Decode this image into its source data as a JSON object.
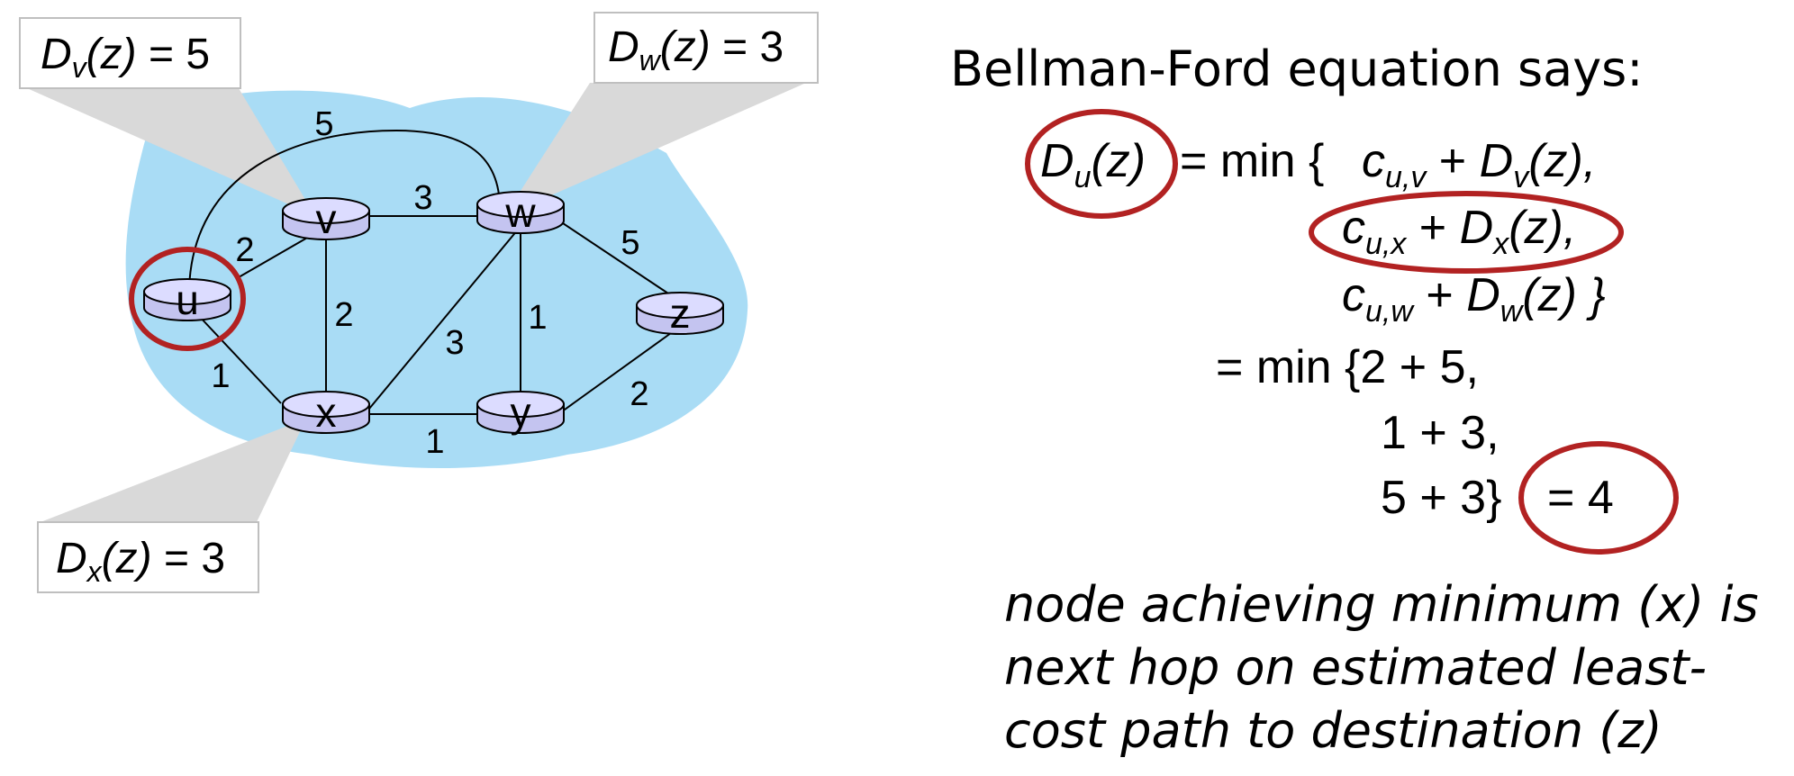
{
  "callouts": {
    "v": {
      "var": "D",
      "sub": "v",
      "arg": "(z)",
      "rhs": " = 5"
    },
    "w": {
      "var": "D",
      "sub": "w",
      "arg": "(z)",
      "rhs": " = 3"
    },
    "x": {
      "var": "D",
      "sub": "x",
      "arg": "(z)",
      "rhs": " = 3"
    }
  },
  "nodes": {
    "u": "u",
    "v": "v",
    "w": "w",
    "x": "x",
    "y": "y",
    "z": "z"
  },
  "links": [
    {
      "id": "u-v",
      "cost": "2"
    },
    {
      "id": "u-x",
      "cost": "1"
    },
    {
      "id": "u-w",
      "cost": "5"
    },
    {
      "id": "v-w",
      "cost": "3"
    },
    {
      "id": "v-x",
      "cost": "2"
    },
    {
      "id": "x-w",
      "cost": "3"
    },
    {
      "id": "w-y",
      "cost": "1"
    },
    {
      "id": "w-z",
      "cost": "5"
    },
    {
      "id": "x-y",
      "cost": "1"
    },
    {
      "id": "y-z",
      "cost": "2"
    }
  ],
  "equation": {
    "title": "Bellman-Ford equation says:",
    "lhs": {
      "var": "D",
      "sub": "u",
      "arg": "(z)"
    },
    "eq_min": "= min {",
    "terms": [
      {
        "c": "c",
        "csub": "u,v",
        "plus": " + ",
        "d": "D",
        "dsub": "v",
        "arg": "(z),"
      },
      {
        "c": "c",
        "csub": "u,x",
        "plus": " + ",
        "d": "D",
        "dsub": "x",
        "arg": "(z),"
      },
      {
        "c": "c",
        "csub": "u,w",
        "plus": " + ",
        "d": "D",
        "dsub": "w",
        "arg": "(z) }"
      }
    ],
    "numeric": [
      "= min {2 + 5,",
      "1 + 3,",
      "5 + 3}"
    ],
    "result": "= 4"
  },
  "note": [
    "node achieving minimum (x) is",
    "next hop on estimated least-",
    "cost path to destination (z)"
  ]
}
